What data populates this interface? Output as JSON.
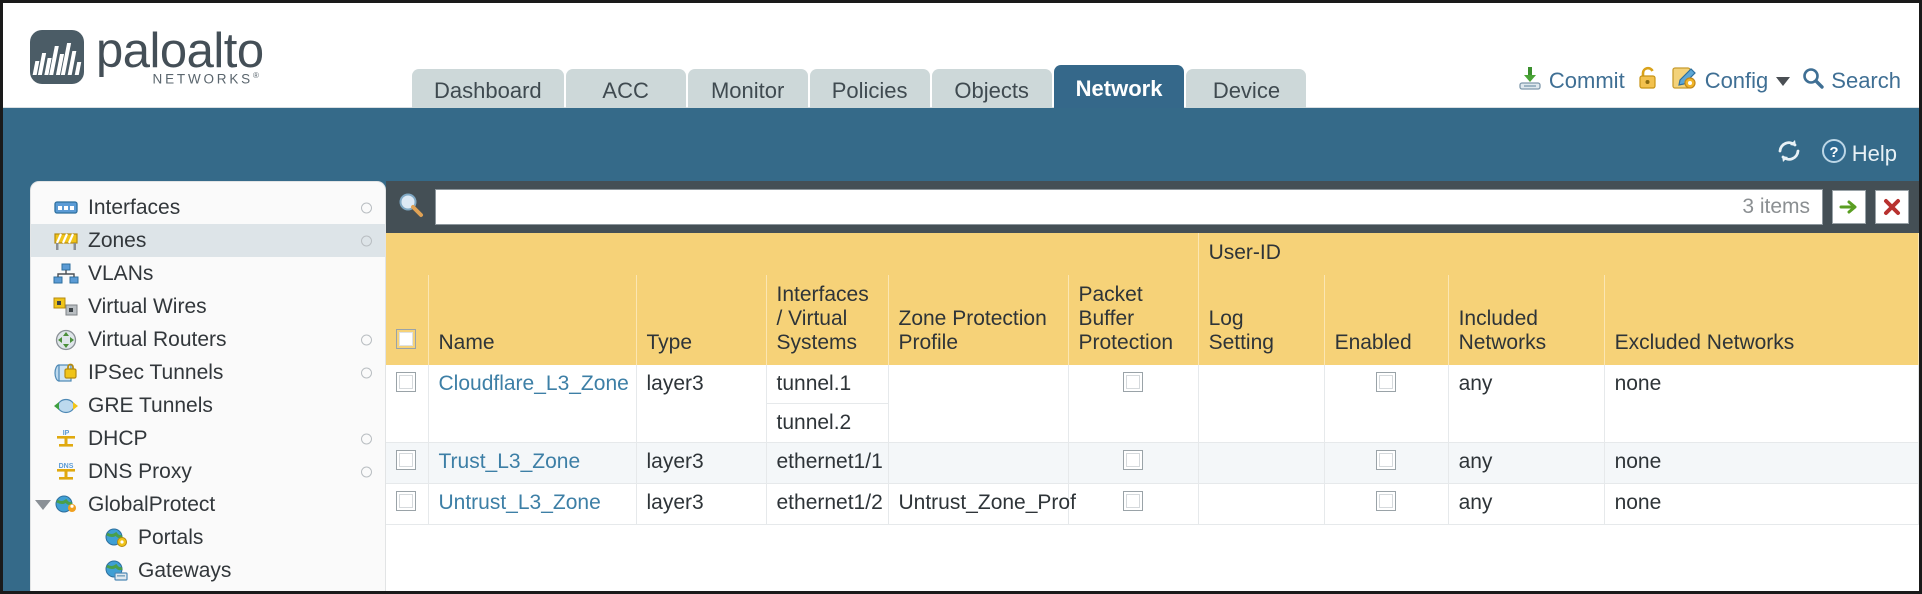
{
  "brand": {
    "name": "paloalto",
    "tagline": "NETWORKS",
    "registered": "®"
  },
  "tabs": [
    {
      "label": "Dashboard",
      "active": false
    },
    {
      "label": "ACC",
      "active": false
    },
    {
      "label": "Monitor",
      "active": false
    },
    {
      "label": "Policies",
      "active": false
    },
    {
      "label": "Objects",
      "active": false
    },
    {
      "label": "Network",
      "active": true
    },
    {
      "label": "Device",
      "active": false
    }
  ],
  "top_actions": {
    "commit": "Commit",
    "config": "Config",
    "search": "Search"
  },
  "subbar": {
    "help": "Help"
  },
  "sidebar": {
    "items": [
      {
        "label": "Interfaces",
        "icon": "interfaces-icon",
        "selected": false,
        "dot": true,
        "child": false,
        "arrow": false
      },
      {
        "label": "Zones",
        "icon": "zones-icon",
        "selected": true,
        "dot": true,
        "child": false,
        "arrow": false
      },
      {
        "label": "VLANs",
        "icon": "vlans-icon",
        "selected": false,
        "dot": false,
        "child": false,
        "arrow": false
      },
      {
        "label": "Virtual Wires",
        "icon": "virtual-wires-icon",
        "selected": false,
        "dot": false,
        "child": false,
        "arrow": false
      },
      {
        "label": "Virtual Routers",
        "icon": "virtual-routers-icon",
        "selected": false,
        "dot": true,
        "child": false,
        "arrow": false
      },
      {
        "label": "IPSec Tunnels",
        "icon": "ipsec-tunnels-icon",
        "selected": false,
        "dot": true,
        "child": false,
        "arrow": false
      },
      {
        "label": "GRE Tunnels",
        "icon": "gre-tunnels-icon",
        "selected": false,
        "dot": false,
        "child": false,
        "arrow": false
      },
      {
        "label": "DHCP",
        "icon": "dhcp-icon",
        "selected": false,
        "dot": true,
        "child": false,
        "arrow": false
      },
      {
        "label": "DNS Proxy",
        "icon": "dns-proxy-icon",
        "selected": false,
        "dot": true,
        "child": false,
        "arrow": false
      },
      {
        "label": "GlobalProtect",
        "icon": "globalprotect-icon",
        "selected": false,
        "dot": false,
        "child": false,
        "arrow": true
      },
      {
        "label": "Portals",
        "icon": "portals-icon",
        "selected": false,
        "dot": false,
        "child": true,
        "arrow": false
      },
      {
        "label": "Gateways",
        "icon": "gateways-icon",
        "selected": false,
        "dot": false,
        "child": true,
        "arrow": false
      }
    ]
  },
  "filter": {
    "value": "",
    "placeholder": "",
    "item_count": "3 items",
    "apply_label": "→",
    "clear_label": "✖"
  },
  "table": {
    "group_header": "User-ID",
    "columns": [
      "Name",
      "Type",
      "Interfaces / Virtual Systems",
      "Zone Protection Profile",
      "Packet Buffer Protection",
      "Log Setting",
      "Enabled",
      "Included Networks",
      "Excluded Networks"
    ],
    "rows": [
      {
        "name": "Cloudflare_L3_Zone",
        "type": "layer3",
        "interfaces": [
          "tunnel.1",
          "tunnel.2"
        ],
        "zone_protection_profile": "",
        "packet_buffer_protection": false,
        "log_setting": "",
        "userid_enabled": false,
        "included_networks": "any",
        "excluded_networks": "none"
      },
      {
        "name": "Trust_L3_Zone",
        "type": "layer3",
        "interfaces": [
          "ethernet1/1"
        ],
        "zone_protection_profile": "",
        "packet_buffer_protection": false,
        "log_setting": "",
        "userid_enabled": false,
        "included_networks": "any",
        "excluded_networks": "none"
      },
      {
        "name": "Untrust_L3_Zone",
        "type": "layer3",
        "interfaces": [
          "ethernet1/2"
        ],
        "zone_protection_profile": "Untrust_Zone_Prof",
        "packet_buffer_protection": false,
        "log_setting": "",
        "userid_enabled": false,
        "included_networks": "any",
        "excluded_networks": "none"
      }
    ]
  },
  "colors": {
    "header_blue": "#356a89",
    "tab_inactive": "#cdd8d9",
    "table_header": "#f6d278",
    "table_group_header": "#e5bd5a",
    "link": "#3d7fa6",
    "filter_bar": "#444f55"
  }
}
